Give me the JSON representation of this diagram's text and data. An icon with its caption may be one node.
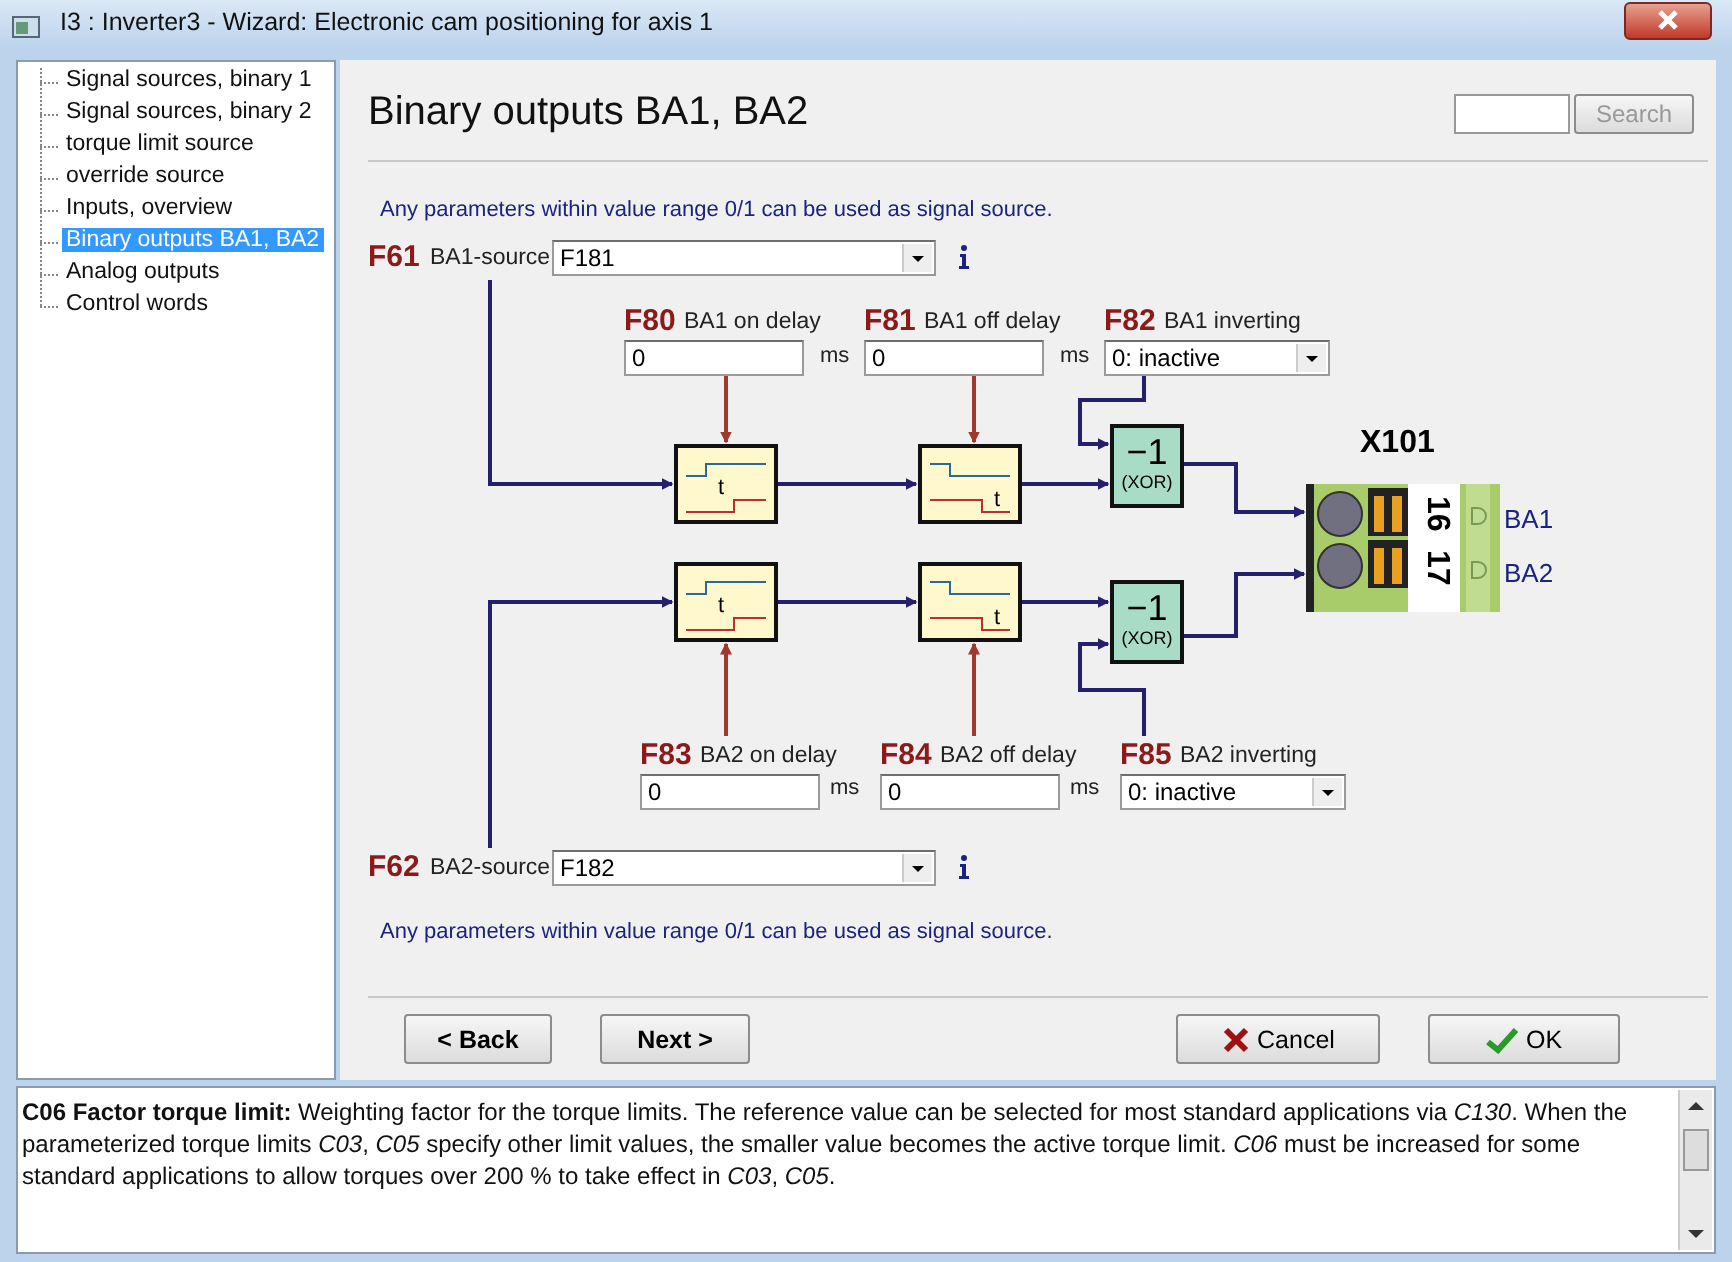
{
  "diagram": {
    "title": "Binary outputs BA1, BA2",
    "nodes": [
      {
        "text": [
          "F61",
          "BA1-source",
          "F181"
        ]
      },
      {
        "text": [
          "F80",
          "BA1 on delay",
          "0"
        ],
        "beside": [
          "ms"
        ]
      },
      {
        "text": [
          "F81",
          "BA1 off delay",
          "0"
        ],
        "beside": [
          "ms"
        ]
      },
      {
        "text": [
          "F82",
          "BA1 inverting",
          "0: inactive"
        ]
      },
      {
        "text": [
          "t"
        ]
      },
      {
        "text": [
          "t"
        ]
      },
      {
        "text": [
          "−1",
          "(XOR)"
        ]
      },
      {
        "text": [
          "X101",
          "16",
          "17"
        ],
        "beside": [
          "BA1",
          "BA2"
        ]
      },
      {
        "text": [
          "t"
        ]
      },
      {
        "text": [
          "t"
        ]
      },
      {
        "text": [
          "−1",
          "(XOR)"
        ]
      },
      {
        "text": [
          "F83",
          "BA2 on delay",
          "0"
        ],
        "beside": [
          "ms"
        ]
      },
      {
        "text": [
          "F84",
          "BA2 off delay",
          "0"
        ],
        "beside": [
          "ms"
        ]
      },
      {
        "text": [
          "F85",
          "BA2 inverting",
          "0: inactive"
        ]
      },
      {
        "text": [
          "F62",
          "BA2-source",
          "F182"
        ]
      }
    ],
    "edges": [
      {
        "from": 0,
        "to": 4,
        "arrow": "to"
      },
      {
        "from": 1,
        "to": 4,
        "arrow": "to",
        "color": "#a0382e"
      },
      {
        "from": 4,
        "to": 5,
        "arrow": "to"
      },
      {
        "from": 2,
        "to": 5,
        "arrow": "to",
        "color": "#a0382e"
      },
      {
        "from": 5,
        "to": 6,
        "arrow": "to"
      },
      {
        "from": 3,
        "to": 6,
        "arrow": "to"
      },
      {
        "from": 6,
        "to": 7,
        "arrow": "to"
      },
      {
        "from": 14,
        "to": 8,
        "arrow": "to"
      },
      {
        "from": 11,
        "to": 8,
        "arrow": "to",
        "color": "#a0382e"
      },
      {
        "from": 8,
        "to": 9,
        "arrow": "to"
      },
      {
        "from": 12,
        "to": 9,
        "arrow": "to",
        "color": "#a0382e"
      },
      {
        "from": 9,
        "to": 10,
        "arrow": "to"
      },
      {
        "from": 13,
        "to": 10,
        "arrow": "to"
      },
      {
        "from": 10,
        "to": 7,
        "arrow": "to"
      }
    ],
    "labels": [
      "I3 : Inverter3 - Wizard: Electronic cam positioning for axis 1",
      "Signal sources, binary 1",
      "Signal sources, binary 2",
      "torque limit source",
      "override source",
      "Inputs, overview",
      "Binary outputs BA1, BA2",
      "Analog outputs",
      "Control words",
      "Search",
      "Any parameters within value range 0/1 can be used as signal source.",
      "Any parameters within value range 0/1 can be used as signal source.",
      "< Back",
      "Next >",
      "Cancel",
      "OK",
      "**C06  Factor torque limit:** Weighting factor for the torque limits. The reference value can be selected for most standard applications via *C130*. When the parameterized torque limits *C03*, *C05* specify other limit values, the smaller value becomes the active torque limit. *C06* must be increased for some standard applications to allow torques over 200 % to take effect in *C03*, *C05*."
    ]
  }
}
